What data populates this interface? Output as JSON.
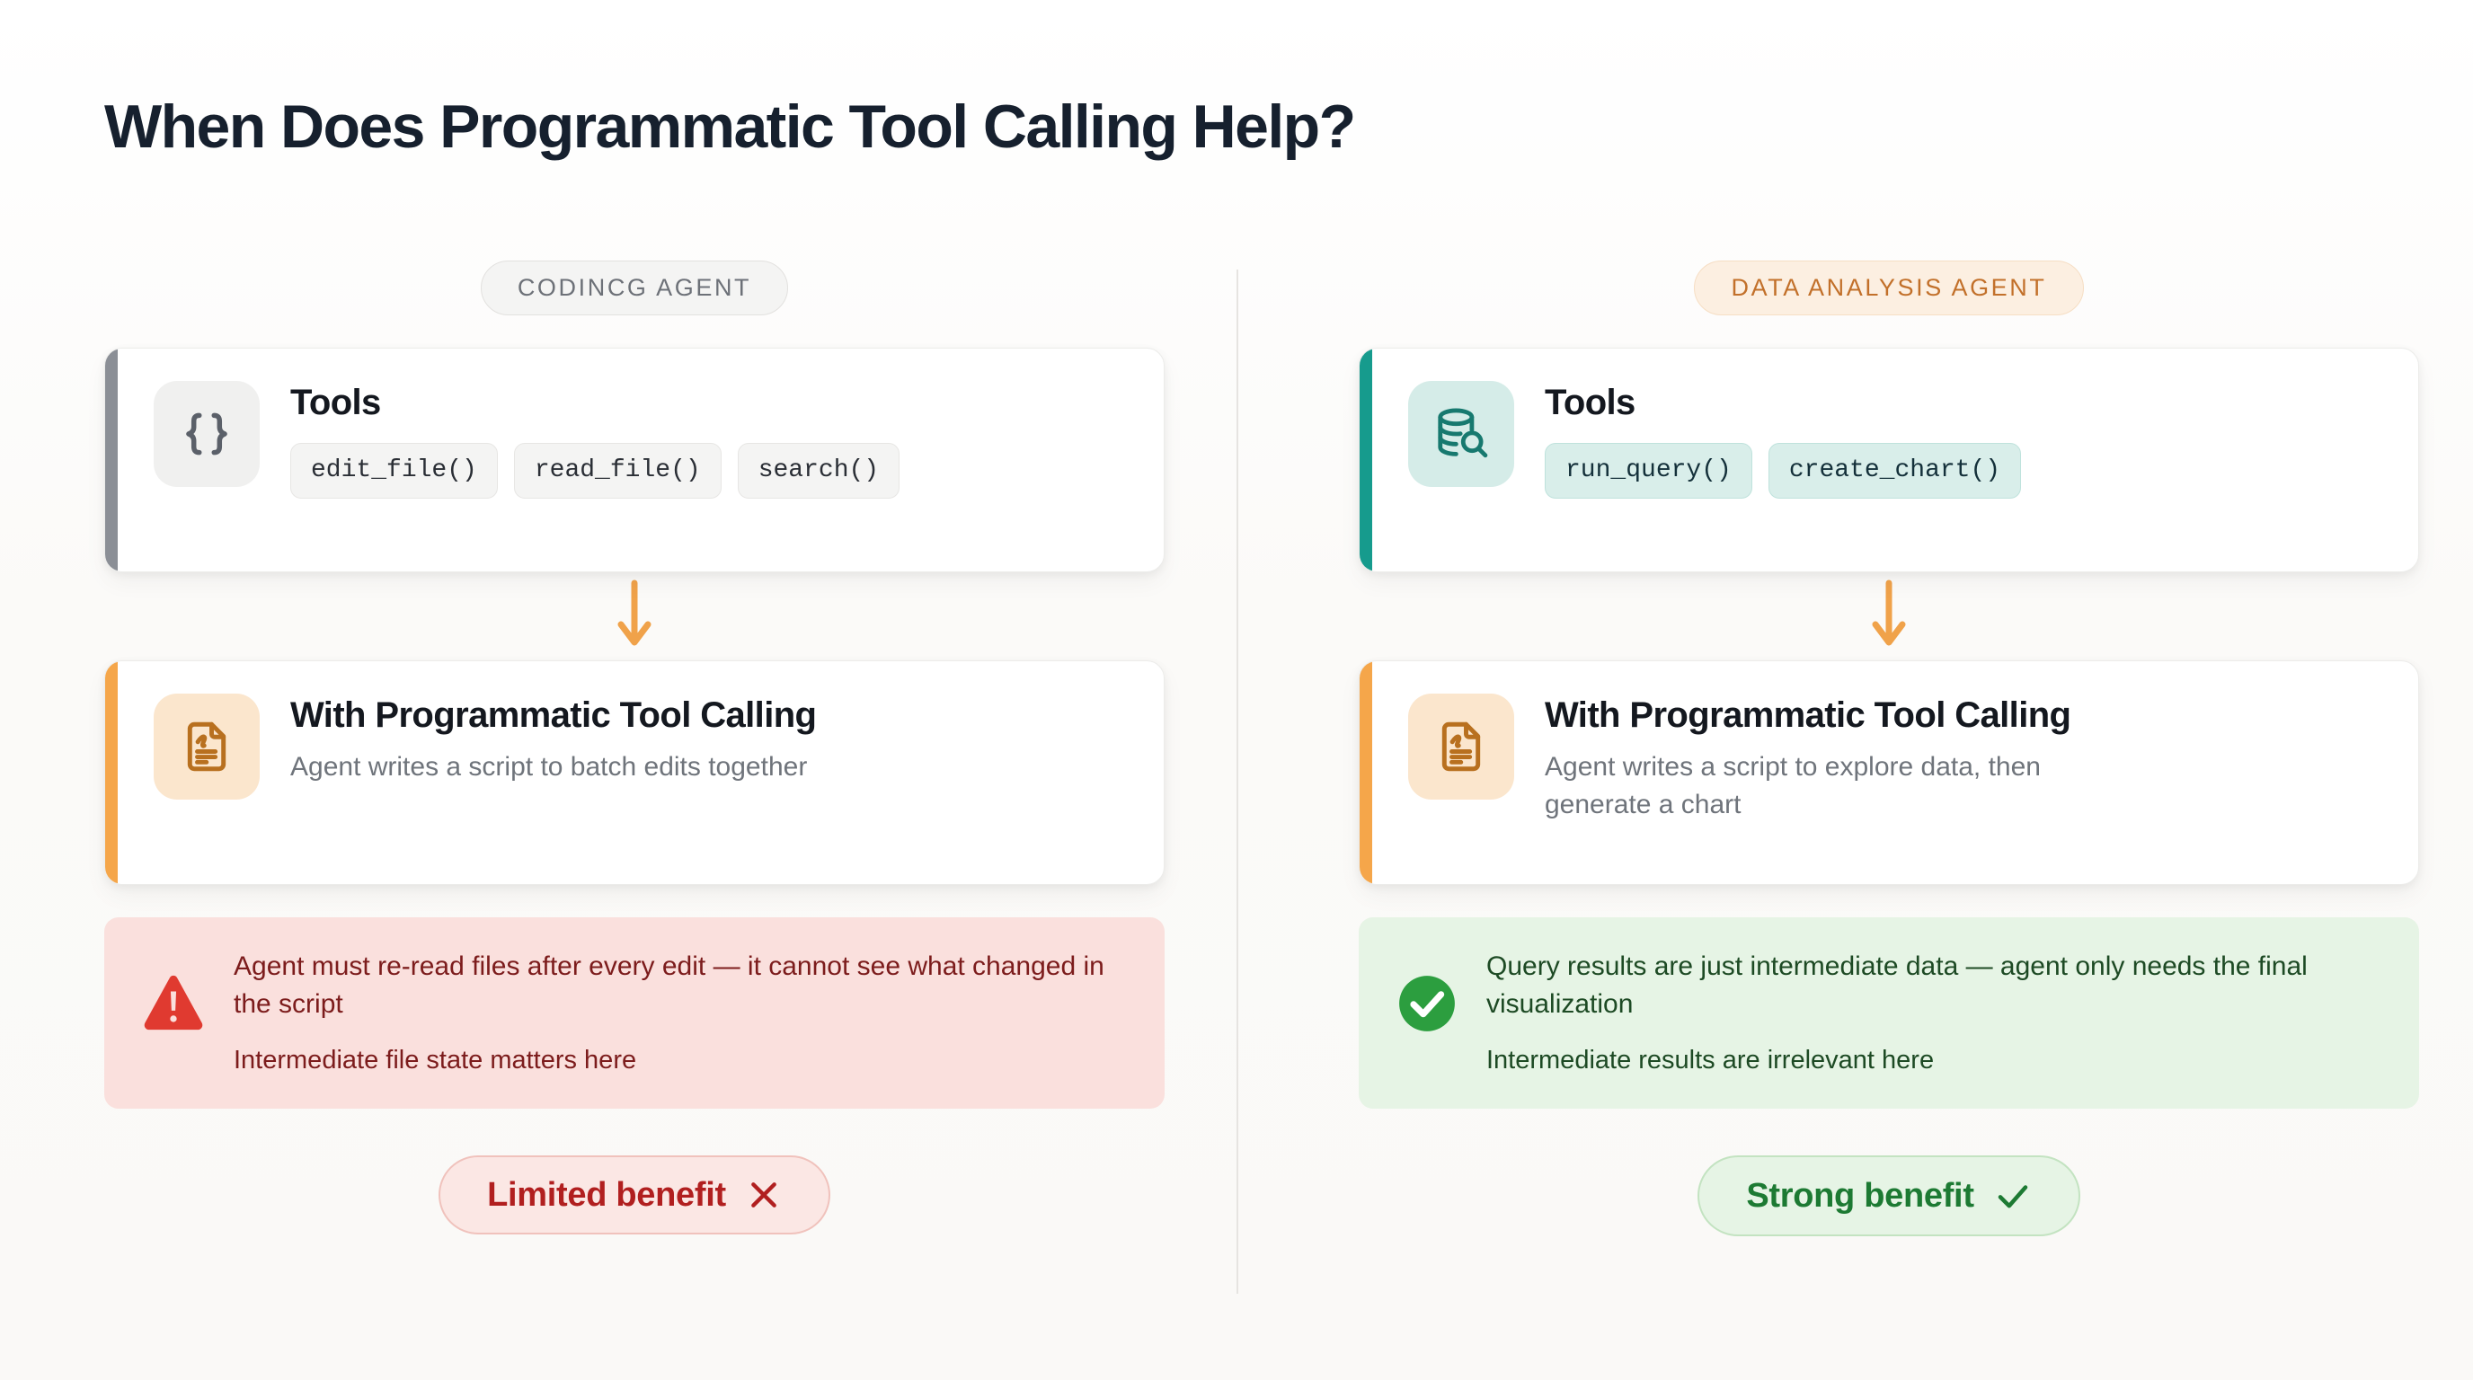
{
  "title": "When Does Programmatic Tool Calling Help?",
  "divider": {
    "name": "column-divider"
  },
  "columns": [
    {
      "id": "coding-agent",
      "badge": {
        "label": "CODINCG AGENT",
        "bg": "#f4f4f3",
        "fg": "#6d7178"
      },
      "tools_card": {
        "accent_color": "#8b8f96",
        "icon": "braces-icon",
        "title": "Tools",
        "chips": [
          "edit_file()",
          "read_file()",
          "search()"
        ]
      },
      "arrow": {
        "icon": "arrow-down-icon",
        "color": "#f0a24a"
      },
      "ptc_card": {
        "accent_color": "#f5a64a",
        "icon": "script-document-icon",
        "title": "With Programmatic Tool Calling",
        "description": "Agent writes a script to batch edits together"
      },
      "note": {
        "kind": "warning",
        "icon": "warning-triangle-icon",
        "icon_color": "#e03a30",
        "bg": "#fae0dd",
        "main": "Agent must re-read files after every edit — it cannot see what changed in the script",
        "sub": "Intermediate file state matters here"
      },
      "verdict": {
        "label": "Limited benefit",
        "icon": "cross-icon",
        "color": "#b11f1f",
        "bg": "#fbe7e4"
      }
    },
    {
      "id": "data-analysis-agent",
      "badge": {
        "label": "DATA ANALYSIS AGENT",
        "bg": "#fcefe1",
        "fg": "#c2702a"
      },
      "tools_card": {
        "accent_color": "#169b8d",
        "icon": "database-search-icon",
        "title": "Tools",
        "chips": [
          "run_query()",
          "create_chart()"
        ]
      },
      "arrow": {
        "icon": "arrow-down-icon",
        "color": "#f0a24a"
      },
      "ptc_card": {
        "accent_color": "#f5a64a",
        "icon": "script-document-icon",
        "title": "With Programmatic Tool Calling",
        "description": "Agent writes a script to explore data, then generate a chart"
      },
      "note": {
        "kind": "success",
        "icon": "check-circle-icon",
        "icon_color": "#2c9e3f",
        "bg": "#e6f4e5",
        "main": "Query results are just intermediate data — agent only needs the final visualization",
        "sub": "Intermediate results are irrelevant here"
      },
      "verdict": {
        "label": "Strong benefit",
        "icon": "check-icon",
        "color": "#1d7a33",
        "bg": "#e6f4e5"
      }
    }
  ]
}
